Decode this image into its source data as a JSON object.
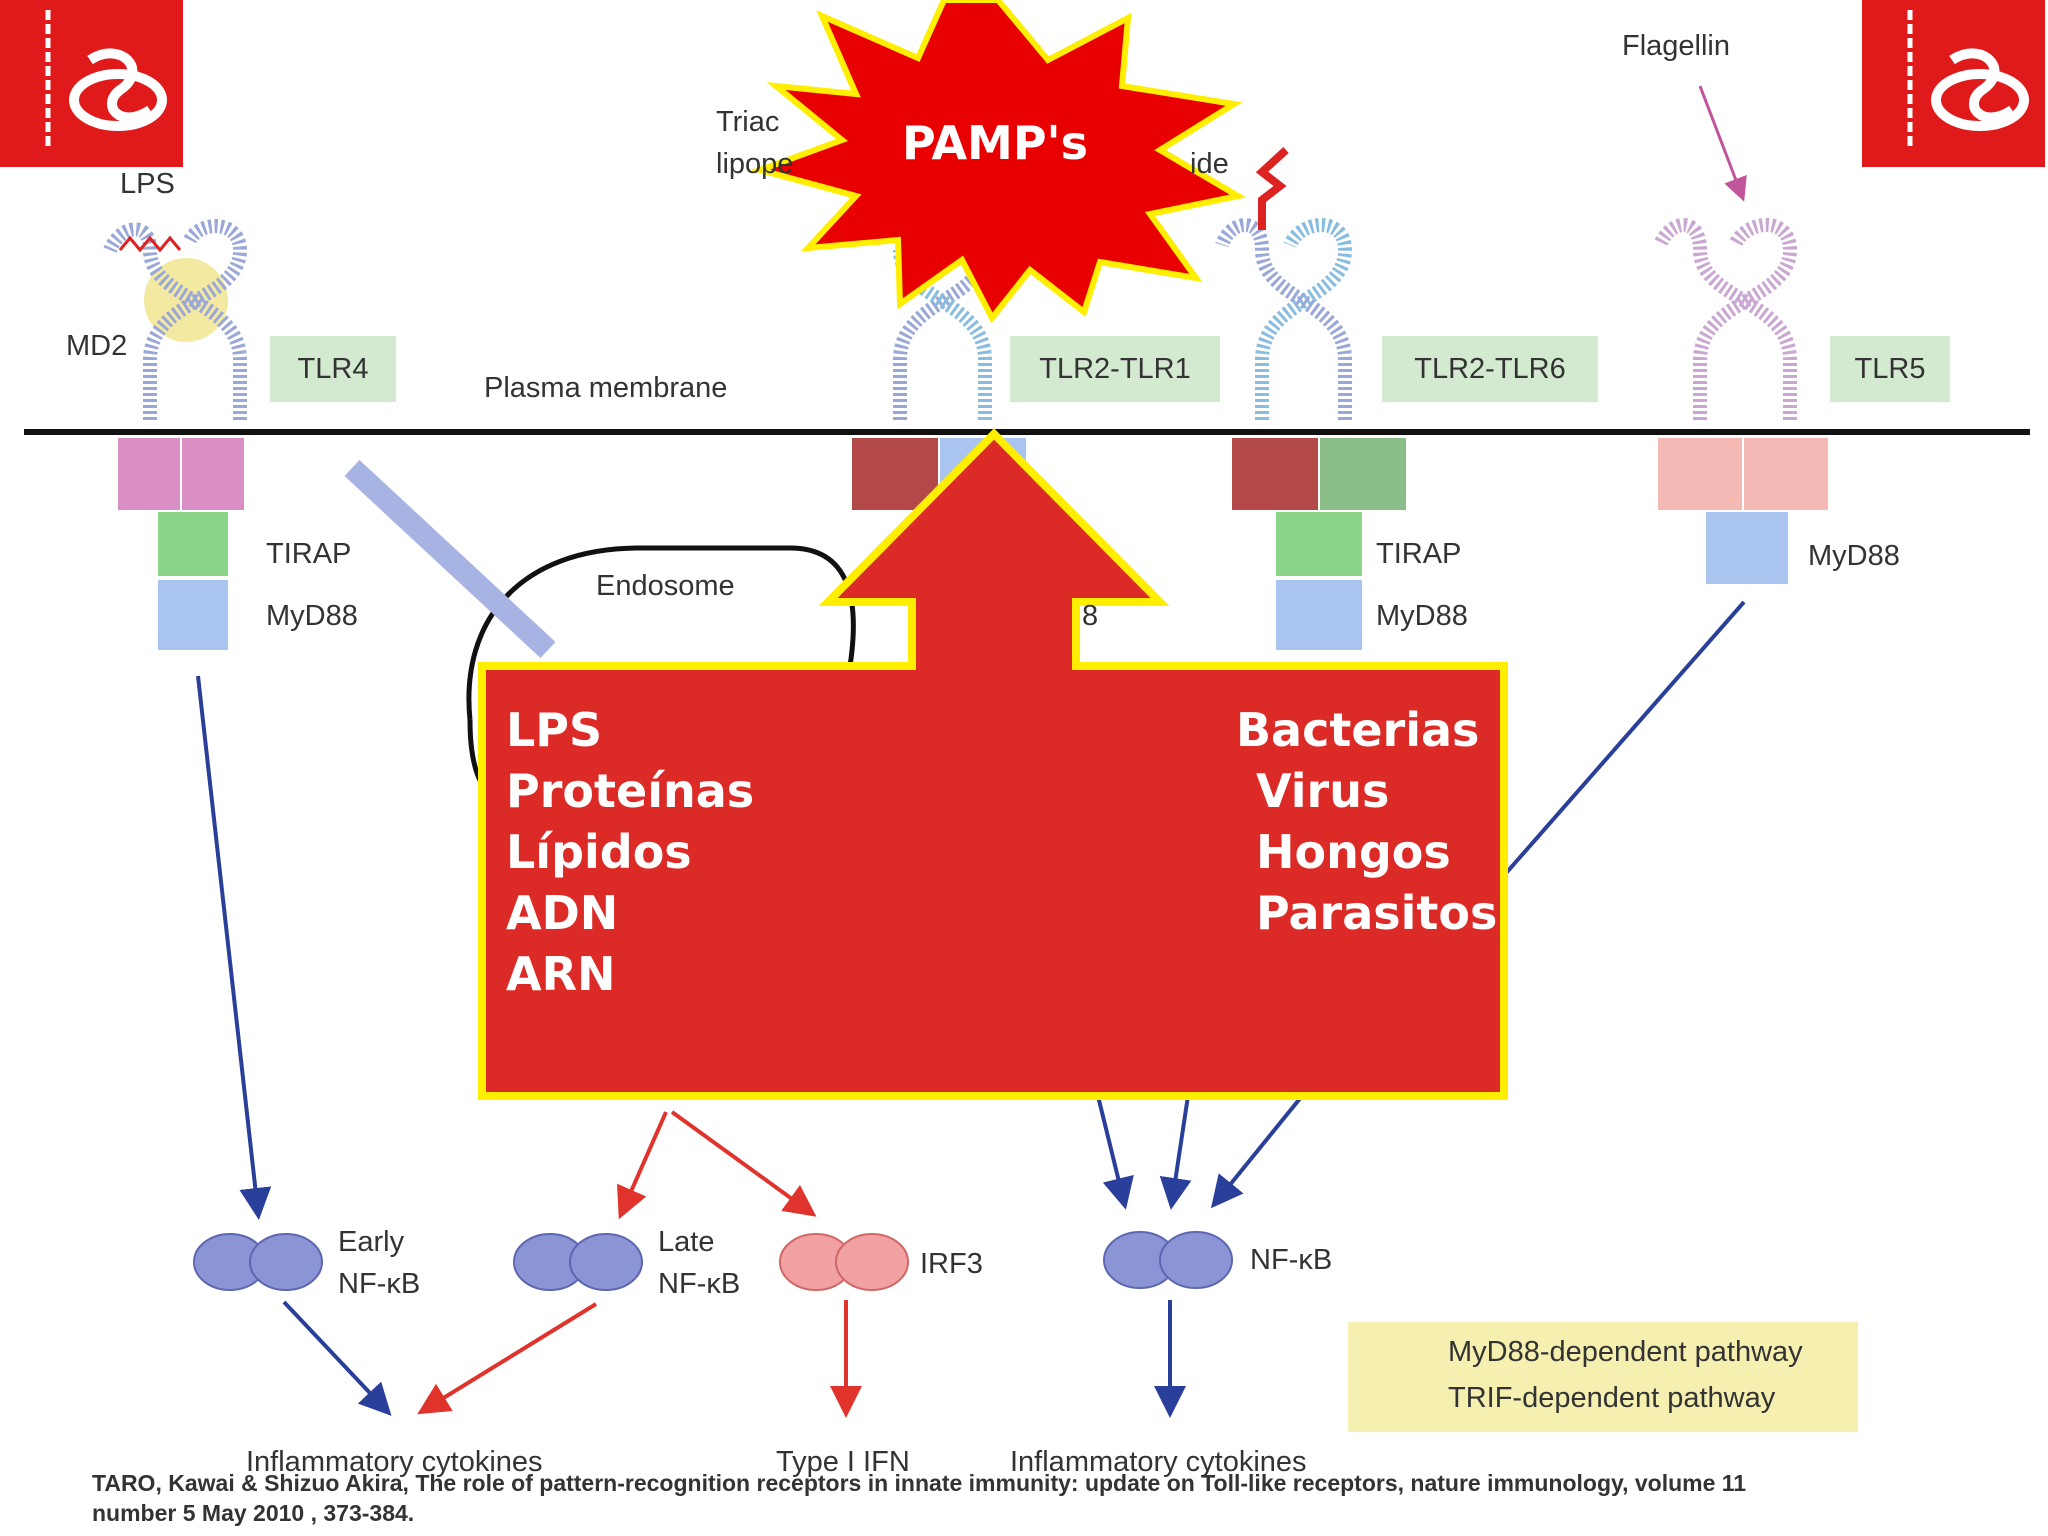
{
  "labels": {
    "lps": "LPS",
    "md2": "MD2",
    "tlr4": "TLR4",
    "plasma_membrane": "Plasma membrane",
    "triacyl_partial_1": "Triac",
    "triacyl_partial_2": "lipope",
    "diacyl_partial": "ide",
    "tlr2_tlr1": "TLR2-TLR1",
    "tlr2_tlr6": "TLR2-TLR6",
    "flagellin": "Flagellin",
    "tlr5": "TLR5",
    "tirap_1": "TIRAP",
    "myd88_1": "MyD88",
    "endosome": "Endosome",
    "myd88_partial": "8",
    "tirap_2": "TIRAP",
    "myd88_2": "MyD88",
    "myd88_3": "MyD88",
    "early_1": "Early",
    "early_2": "NF-κB",
    "late_1": "Late",
    "late_2": "NF-κB",
    "irf3": "IRF3",
    "nfkb": "NF-κB",
    "out_1": "Inflammatory cytokines",
    "out_2": "Type I IFN",
    "out_3": "Inflammatory cytokines"
  },
  "burst": {
    "text": "PAMP's",
    "fill": "#e80000",
    "stroke": "#ffee00"
  },
  "callout": {
    "fill": "#dc2a27",
    "border": "#ffee00",
    "left_items": [
      "LPS",
      "Proteínas",
      "Lípidos",
      "ADN",
      "ARN"
    ],
    "right_items": [
      "Bacterias",
      "Virus",
      "Hongos",
      "Parasitos"
    ]
  },
  "legend": {
    "myd88": "MyD88-dependent pathway",
    "trif": "TRIF-dependent pathway",
    "myd88_color": "#2a3f9a",
    "trif_color": "#e0332c"
  },
  "citation": {
    "line1": "TARO, Kawai  & Shizuo Akira, The role of pattern-recognition receptors in innate immunity: update on Toll-like receptors,  nature immunology, volume 11",
    "line2": "number 5 May 2010 , 373-384."
  }
}
